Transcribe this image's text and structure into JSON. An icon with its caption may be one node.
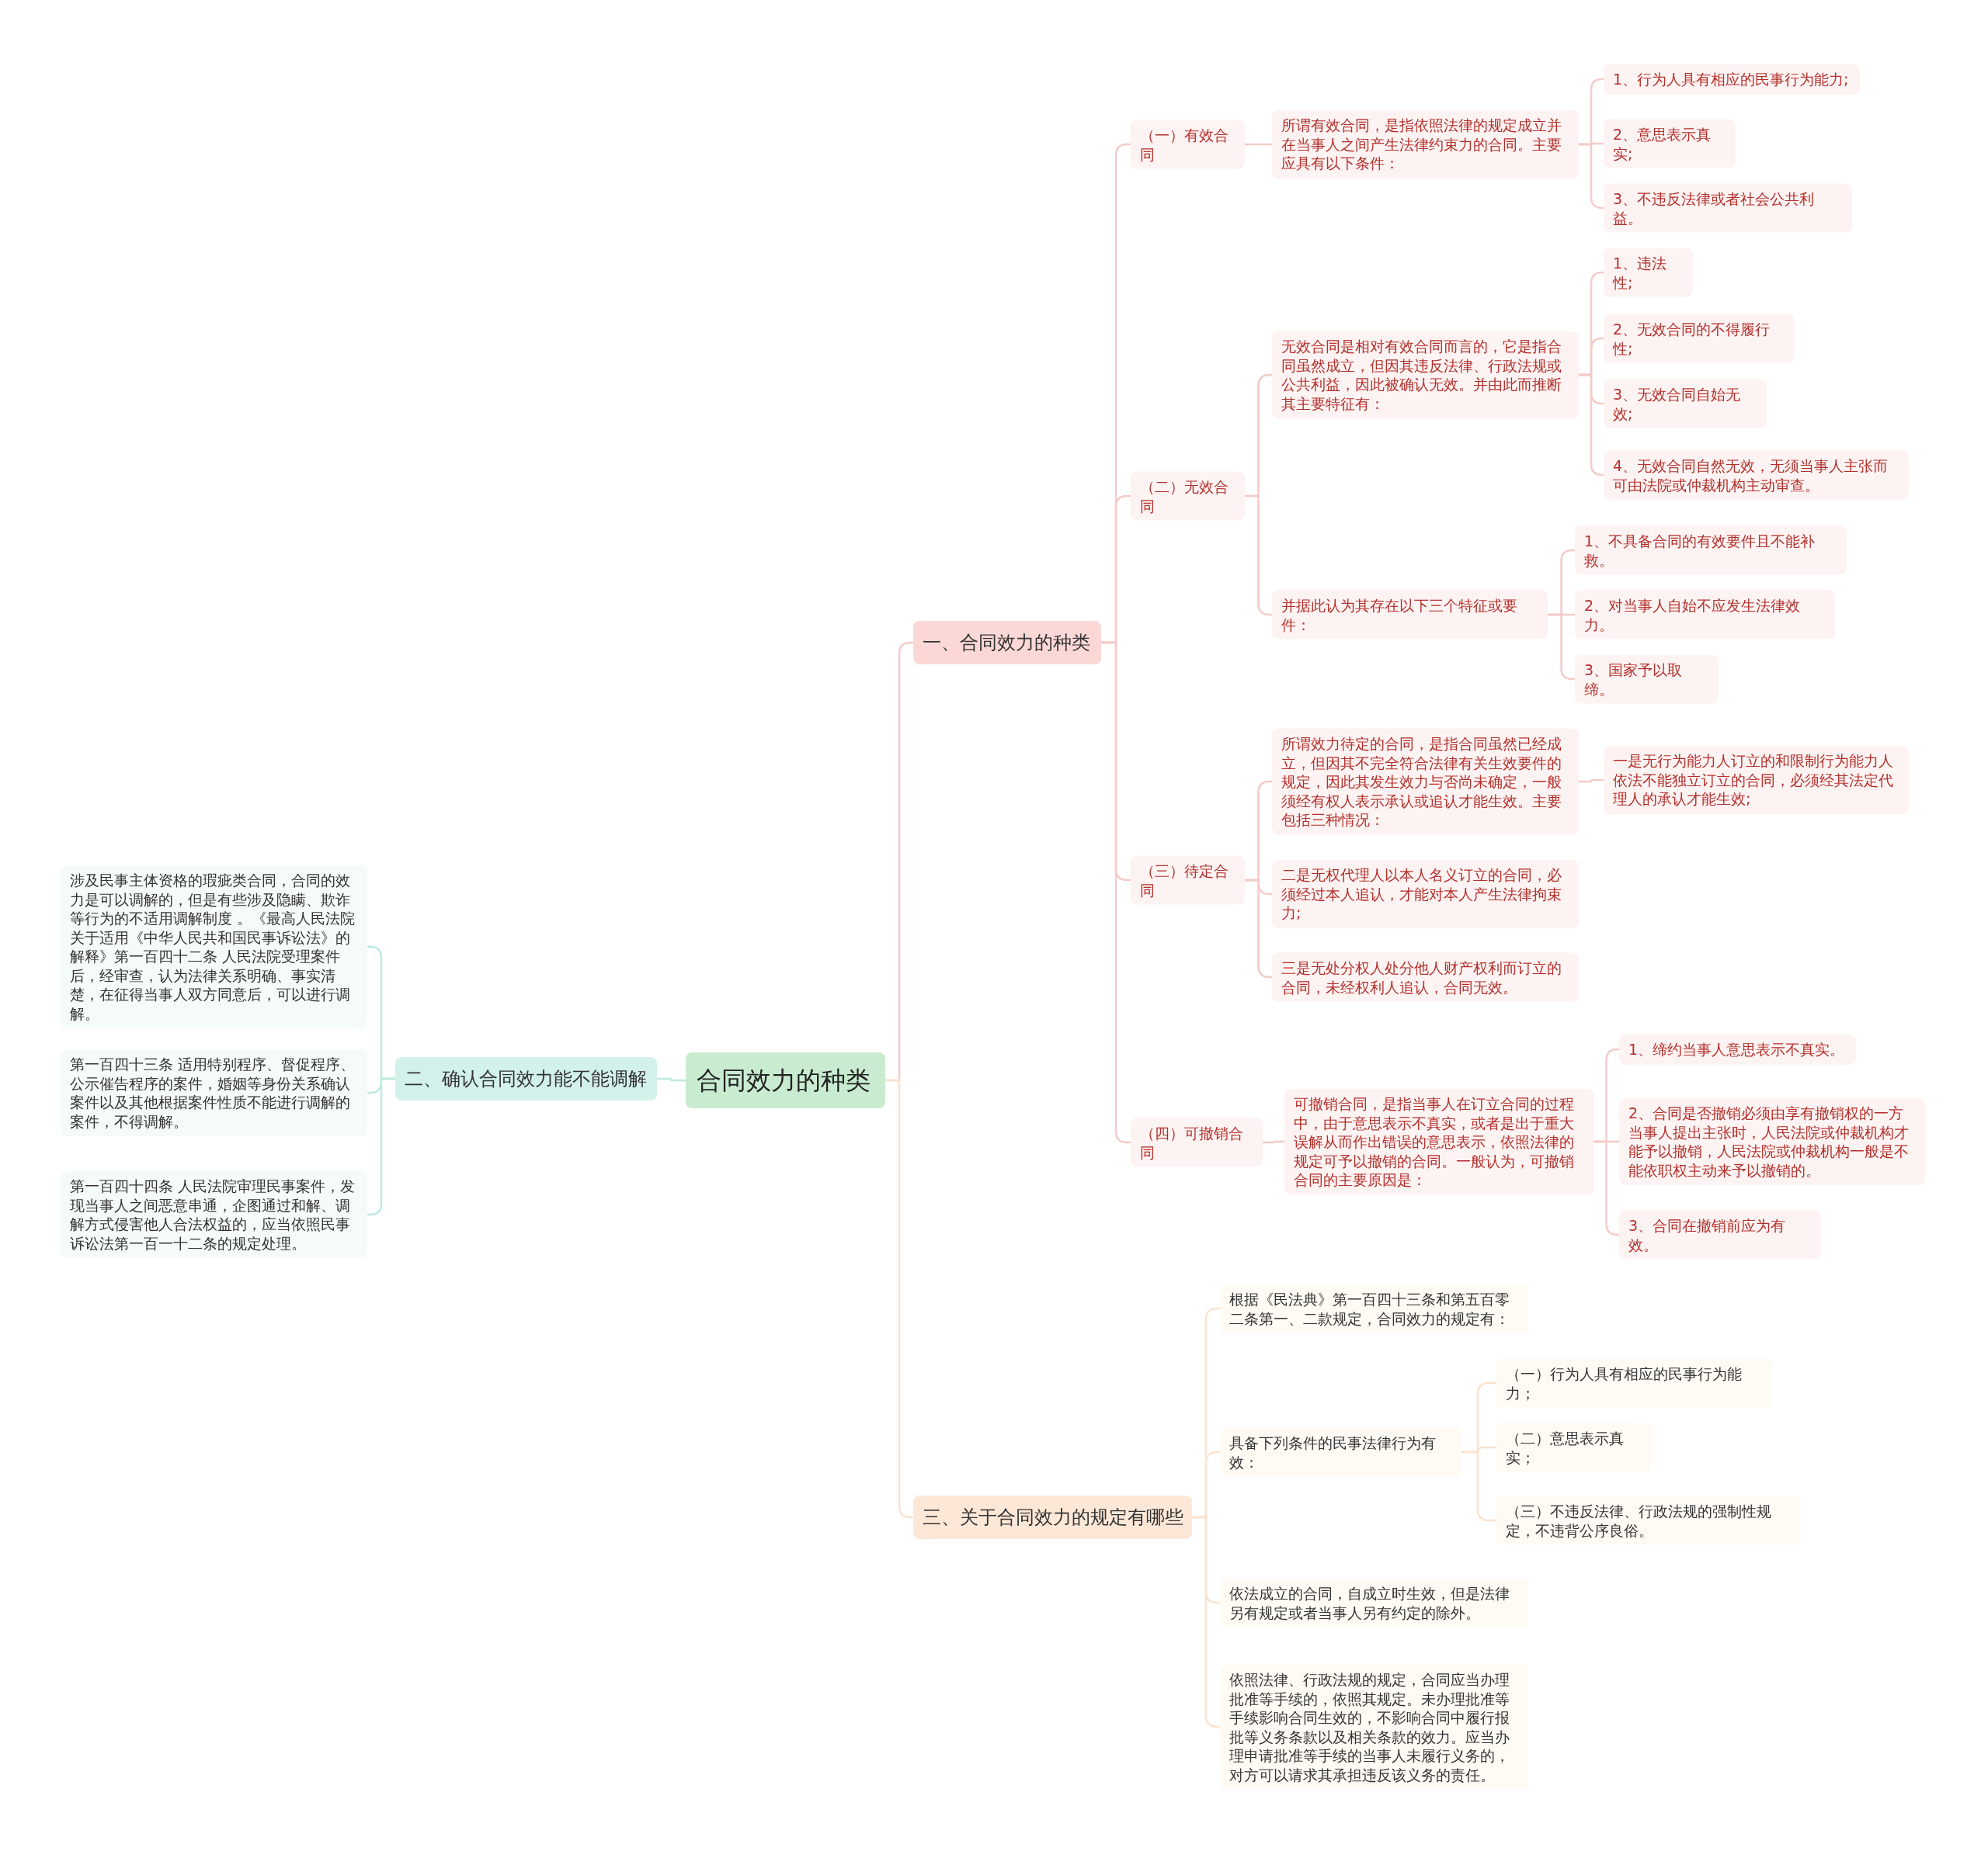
{
  "diagram": {
    "nodes": [
      {
        "text": [
          "合同效力的种类"
        ]
      },
      {
        "text": [
          "一、合同效力的种类"
        ]
      },
      {
        "text": [
          "（一）有效合同"
        ]
      },
      {
        "text": [
          "所谓有效合同，是指依照法律的规定成立并在当事人之间产生法律约束力的合同。主要应具有以下条件："
        ]
      },
      {
        "text": [
          "1、行为人具有相应的民事行为能力;"
        ]
      },
      {
        "text": [
          "2、意思表示真实;"
        ]
      },
      {
        "text": [
          "3、不违反法律或者社会公共利益。"
        ]
      },
      {
        "text": [
          "（二）无效合同"
        ]
      },
      {
        "text": [
          "无效合同是相对有效合同而言的，它是指合同虽然成立，但因其违反法律、行政法规或公共利益，因此被确认无效。并由此而推断其主要特征有："
        ]
      },
      {
        "text": [
          "1、违法性;"
        ]
      },
      {
        "text": [
          "2、无效合同的不得履行性;"
        ]
      },
      {
        "text": [
          "3、无效合同自始无效;"
        ]
      },
      {
        "text": [
          "4、无效合同自然无效，无须当事人主张而可由法院或仲裁机构主动审查。"
        ]
      },
      {
        "text": [
          "并据此认为其存在以下三个特征或要件："
        ]
      },
      {
        "text": [
          "1、不具备合同的有效要件且不能补救。"
        ]
      },
      {
        "text": [
          "2、对当事人自始不应发生法律效力。"
        ]
      },
      {
        "text": [
          "3、国家予以取缔。"
        ]
      },
      {
        "text": [
          "（三）待定合同"
        ]
      },
      {
        "text": [
          "所谓效力待定的合同，是指合同虽然已经成立，但因其不完全符合法律有关生效要件的规定，因此其发生效力与否尚未确定，一般须经有权人表示承认或追认才能生效。主要包括三种情况："
        ]
      },
      {
        "text": [
          "一是无行为能力人订立的和限制行为能力人依法不能独立订立的合同，必须经其法定代理人的承认才能生效;"
        ]
      },
      {
        "text": [
          "二是无权代理人以本人名义订立的合同，必须经过本人追认，才能对本人产生法律拘束力;"
        ]
      },
      {
        "text": [
          "三是无处分权人处分他人财产权利而订立的合同，未经权利人追认，合同无效。"
        ]
      },
      {
        "text": [
          "（四）可撤销合同"
        ]
      },
      {
        "text": [
          "可撤销合同，是指当事人在订立合同的过程中，由于意思表示不真实，或者是出于重大误解从而作出错误的意思表示，依照法律的规定可予以撤销的合同。一般认为，可撤销合同的主要原因是："
        ]
      },
      {
        "text": [
          "1、缔约当事人意思表示不真实。"
        ]
      },
      {
        "text": [
          "2、合同是否撤销必须由享有撤销权的一方当事人提出主张时，人民法院或仲裁机构才能予以撤销，人民法院或仲裁机构一般是不能依职权主动来予以撤销的。"
        ]
      },
      {
        "text": [
          "3、合同在撤销前应为有效。"
        ]
      },
      {
        "text": [
          "三、关于合同效力的规定有哪些"
        ]
      },
      {
        "text": [
          "根据《民法典》第一百四十三条和第五百零二条第一、二款规定，合同效力的规定有："
        ]
      },
      {
        "text": [
          "具备下列条件的民事法律行为有效："
        ]
      },
      {
        "text": [
          "（一）行为人具有相应的民事行为能力；"
        ]
      },
      {
        "text": [
          "（二）意思表示真实；"
        ]
      },
      {
        "text": [
          "（三）不违反法律、行政法规的强制性规定，不违背公序良俗。"
        ]
      },
      {
        "text": [
          "依法成立的合同，自成立时生效，但是法律另有规定或者当事人另有约定的除外。"
        ]
      },
      {
        "text": [
          "依照法律、行政法规的规定，合同应当办理批准等手续的，依照其规定。未办理批准等手续影响合同生效的，不影响合同中履行报批等义务条款以及相关条款的效力。应当办理申请批准等手续的当事人未履行义务的，对方可以请求其承担违反该义务的责任。"
        ]
      },
      {
        "text": [
          "二、确认合同效力能不能调解"
        ]
      },
      {
        "text": [
          "涉及民事主体资格的瑕疵类合同，合同的效力是可以调解的，但是有些涉及隐瞒、欺诈等行为的不适用调解制度 。《最高人民法院关于适用《中华人民共和国民事诉讼法》的解释》第一百四十二条 人民法院受理案件后，经审查，认为法律关系明确、事实清楚，在征得当事人双方同意后，可以进行调解。"
        ]
      },
      {
        "text": [
          "第一百四十三条 适用特别程序、督促程序、公示催告程序的案件，婚姻等身份关系确认案件以及其他根据案件性质不能进行调解的案件，不得调解。"
        ]
      },
      {
        "text": [
          "第一百四十四条 人民法院审理民事案件，发现当事人之间恶意串通，企图通过和解、调解方式侵害他人合法权益的，应当依照民事诉讼法第一百一十二条的规定处理。"
        ]
      }
    ],
    "edges": [
      {
        "from": 0,
        "to": 1,
        "arrow": "none"
      },
      {
        "from": 1,
        "to": 2,
        "arrow": "none"
      },
      {
        "from": 2,
        "to": 3,
        "arrow": "none"
      },
      {
        "from": 3,
        "to": 4,
        "arrow": "none"
      },
      {
        "from": 3,
        "to": 5,
        "arrow": "none"
      },
      {
        "from": 3,
        "to": 6,
        "arrow": "none"
      },
      {
        "from": 1,
        "to": 7,
        "arrow": "none"
      },
      {
        "from": 7,
        "to": 8,
        "arrow": "none"
      },
      {
        "from": 8,
        "to": 9,
        "arrow": "none"
      },
      {
        "from": 8,
        "to": 10,
        "arrow": "none"
      },
      {
        "from": 8,
        "to": 11,
        "arrow": "none"
      },
      {
        "from": 8,
        "to": 12,
        "arrow": "none"
      },
      {
        "from": 7,
        "to": 13,
        "arrow": "none"
      },
      {
        "from": 13,
        "to": 14,
        "arrow": "none"
      },
      {
        "from": 13,
        "to": 15,
        "arrow": "none"
      },
      {
        "from": 13,
        "to": 16,
        "arrow": "none"
      },
      {
        "from": 1,
        "to": 17,
        "arrow": "none"
      },
      {
        "from": 17,
        "to": 18,
        "arrow": "none"
      },
      {
        "from": 18,
        "to": 19,
        "arrow": "none"
      },
      {
        "from": 17,
        "to": 20,
        "arrow": "none"
      },
      {
        "from": 17,
        "to": 21,
        "arrow": "none"
      },
      {
        "from": 1,
        "to": 22,
        "arrow": "none"
      },
      {
        "from": 22,
        "to": 23,
        "arrow": "none"
      },
      {
        "from": 23,
        "to": 24,
        "arrow": "none"
      },
      {
        "from": 23,
        "to": 25,
        "arrow": "none"
      },
      {
        "from": 23,
        "to": 26,
        "arrow": "none"
      },
      {
        "from": 0,
        "to": 27,
        "arrow": "none",
        "color": "#fbe3cf"
      },
      {
        "from": 27,
        "to": 28,
        "arrow": "none",
        "color": "#fbe3cf"
      },
      {
        "from": 27,
        "to": 29,
        "arrow": "none",
        "color": "#fbe3cf"
      },
      {
        "from": 29,
        "to": 30,
        "arrow": "none",
        "color": "#fbe3cf"
      },
      {
        "from": 29,
        "to": 31,
        "arrow": "none",
        "color": "#fbe3cf"
      },
      {
        "from": 29,
        "to": 32,
        "arrow": "none",
        "color": "#fbe3cf"
      },
      {
        "from": 27,
        "to": 33,
        "arrow": "none",
        "color": "#fbe3cf"
      },
      {
        "from": 27,
        "to": 34,
        "arrow": "none",
        "color": "#fbe3cf"
      },
      {
        "from": 0,
        "to": 35,
        "arrow": "none",
        "color": "#bde9df"
      },
      {
        "from": 35,
        "to": 36,
        "arrow": "none",
        "color": "#bde9df"
      },
      {
        "from": 35,
        "to": 37,
        "arrow": "none",
        "color": "#bde9df"
      },
      {
        "from": 35,
        "to": 38,
        "arrow": "none",
        "color": "#bde9df"
      }
    ]
  }
}
